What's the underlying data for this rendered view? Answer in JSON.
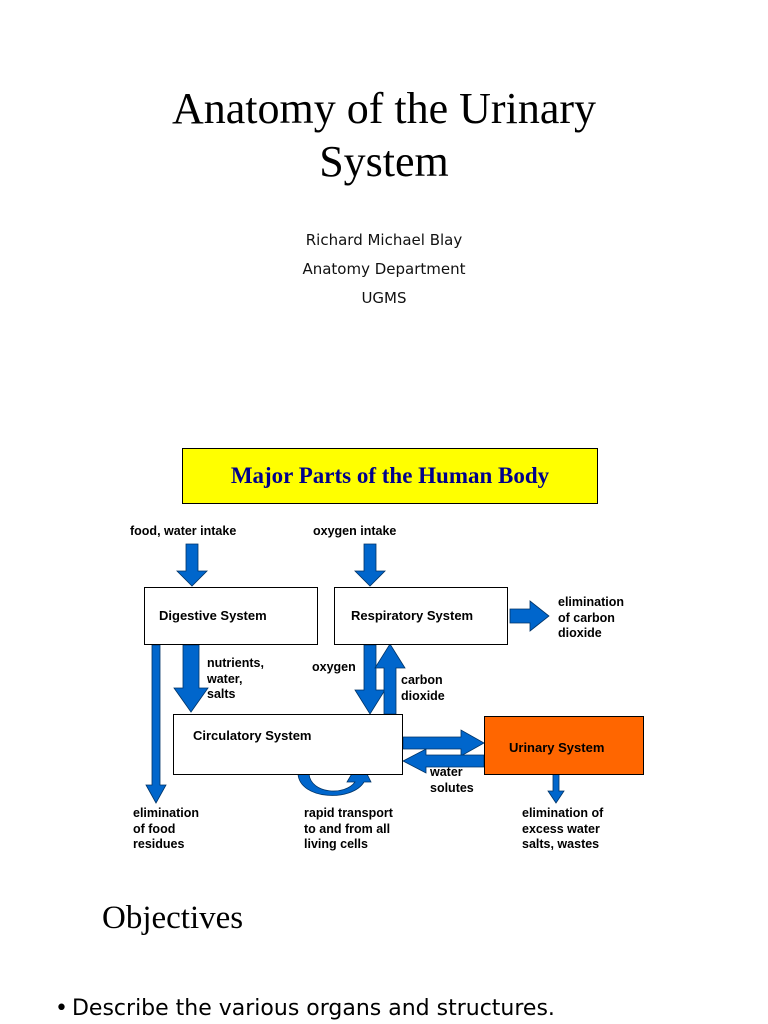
{
  "title": {
    "line1": "Anatomy of the Urinary",
    "line2": "System"
  },
  "author": {
    "name": "Richard Michael Blay",
    "department": "Anatomy Department",
    "institution": "UGMS"
  },
  "figure": {
    "heading": "Major Parts of the Human Body",
    "colors": {
      "heading_bg": "#ffff00",
      "heading_text": "#00008b",
      "arrow": "#0066cc",
      "urinary_bg": "#ff6600"
    },
    "boxes": {
      "digestive": "Digestive System",
      "respiratory": "Respiratory System",
      "circulatory": "Circulatory System",
      "urinary": "Urinary System"
    },
    "labels": {
      "food_intake": "food, water intake",
      "oxygen_intake": "oxygen intake",
      "elim_co2": "elimination\nof carbon\ndioxide",
      "nutrients": "nutrients,\nwater,\nsalts",
      "oxygen": "oxygen",
      "carbon_dioxide": "carbon\ndioxide",
      "water_solutes": "water\nsolutes",
      "elim_food": "elimination\nof food\nresidues",
      "rapid_transport": "rapid transport\nto and from all\nliving cells",
      "elim_water": "elimination of\nexcess water\nsalts, wastes"
    }
  },
  "objectives": {
    "heading": "Objectives",
    "bullets": [
      "Describe the various organs and structures."
    ]
  }
}
